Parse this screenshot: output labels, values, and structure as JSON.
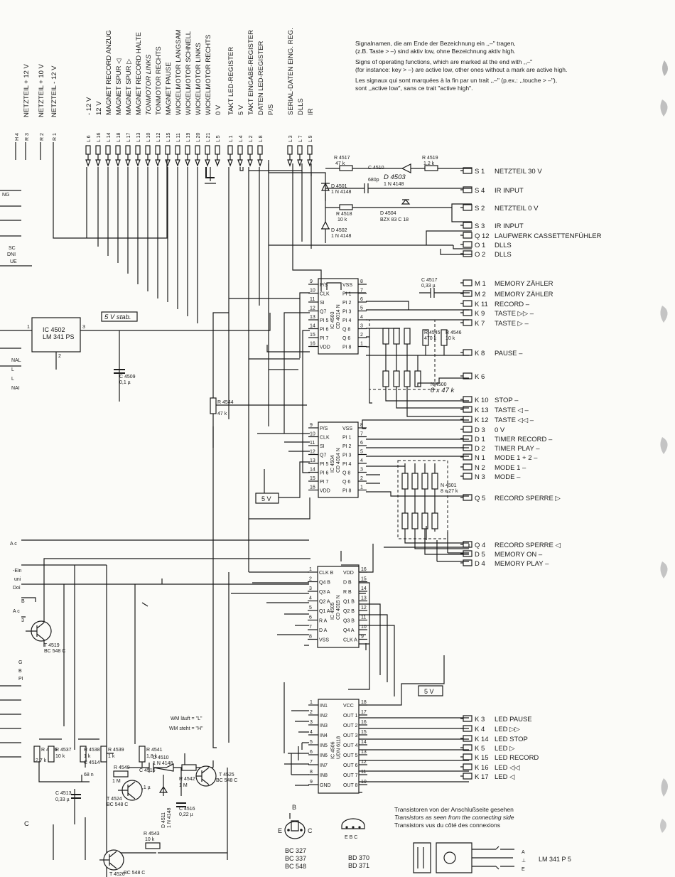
{
  "left_cut_labels": [
    "NETZTEIL + 12 V",
    "NETZTEIL + 10 V",
    "NETZTEIL - 12 V"
  ],
  "left_cut_conn": [
    "H 4",
    "R 3",
    "R 2",
    "R 1"
  ],
  "edge_fragments": [
    "NG",
    "SC",
    "DNI",
    "UE",
    "NAL",
    "L",
    "L",
    "NAI",
    "A c",
    "-Ein",
    "uni",
    "Doi",
    "B",
    "A c",
    "3",
    "G",
    "B",
    "PI",
    "C"
  ],
  "top_signals": [
    {
      "conn": "L 6",
      "name": "- 12 V"
    },
    {
      "conn": "L 16",
      "name": "12 V"
    },
    {
      "conn": "L 14",
      "name": "MAGNET RECORD ANZUG"
    },
    {
      "conn": "L 18",
      "name": "MAGNET SPUR ◁"
    },
    {
      "conn": "L 17",
      "name": "MAGNET SPUR ▷"
    },
    {
      "conn": "L 13",
      "name": "MAGNET RECORD HALTE"
    },
    {
      "conn": "L 10",
      "name": "TONMOTOR LINKS"
    },
    {
      "conn": "L 12",
      "name": "TONMOTOR RECHTS"
    },
    {
      "conn": "L 15",
      "name": "MAGNET PAUSE"
    },
    {
      "conn": "L 11",
      "name": "WICKELMOTOR LANGSAM"
    },
    {
      "conn": "L 19",
      "name": "WICKELMOTOR SCHNELL"
    },
    {
      "conn": "L 20",
      "name": "WICKELMOTOR LINKS"
    },
    {
      "conn": "L 21",
      "name": "WICKELMOTOR RECHTS"
    },
    {
      "conn": "L 5",
      "name": "0 V"
    },
    {
      "conn": "L 1",
      "name": "TAKT LED-REGISTER"
    },
    {
      "conn": "L 4",
      "name": "5 V"
    },
    {
      "conn": "L 2",
      "name": "TAKT EINGABE-REGISTER"
    },
    {
      "conn": "L 8",
      "name": "DATEN LED-REGISTER"
    },
    {
      "conn": "",
      "name": "P/S"
    },
    {
      "conn": "L 3",
      "name": "SERIAL-DATEN EING. REG."
    },
    {
      "conn": "L 7",
      "name": "DLLS"
    },
    {
      "conn": "L 9",
      "name": "IR"
    }
  ],
  "notes": [
    "Signalnamen, die am Ende der Bezeichnung ein ,,–\" tragen,",
    "(z.B. Taste > –) sind aktiv low, ohne Bezeichnung aktiv high.",
    "Signs of operating functions, which are marked at the end with ,,–\"",
    "(for instance: key > –) are active low, other ones without a mark are active high.",
    "Les signaux qui sont marquées à la fin par un trait ,,–\" (p.ex.: ,,touche > –\"),",
    "sont ,,active low\", sans ce trait \"active high\"."
  ],
  "right_signals": [
    {
      "conn": "S 1",
      "name": "NETZTEIL 30 V"
    },
    {
      "conn": "S 4",
      "name": "IR INPUT"
    },
    {
      "conn": "S 2",
      "name": "NETZTEIL 0 V"
    },
    {
      "conn": "S 3",
      "name": "IR INPUT"
    },
    {
      "conn": "Q 12",
      "name": "LAUFWERK CASSETTENFÜHLER"
    },
    {
      "conn": "O 1",
      "name": "DLLS"
    },
    {
      "conn": "O 2",
      "name": "DLLS"
    },
    {
      "conn": "M 1",
      "name": "MEMORY ZÄHLER"
    },
    {
      "conn": "M 2",
      "name": "MEMORY ZÄHLER"
    },
    {
      "conn": "K 11",
      "name": "RECORD –"
    },
    {
      "conn": "K 9",
      "name": "TASTE ▷▷ –"
    },
    {
      "conn": "K 7",
      "name": "TASTE ▷ –"
    },
    {
      "conn": "K 8",
      "name": "PAUSE –"
    },
    {
      "conn": "K 6",
      "name": ""
    },
    {
      "conn": "K 10",
      "name": "STOP –"
    },
    {
      "conn": "K 13",
      "name": "TASTE ◁ –"
    },
    {
      "conn": "K 12",
      "name": "TASTE ◁◁ –"
    },
    {
      "conn": "D 3",
      "name": "0 V"
    },
    {
      "conn": "D 1",
      "name": "TIMER RECORD –"
    },
    {
      "conn": "D 2",
      "name": "TIMER PLAY –"
    },
    {
      "conn": "N 1",
      "name": "MODE 1 + 2 –"
    },
    {
      "conn": "N 2",
      "name": "MODE 1 –"
    },
    {
      "conn": "N 3",
      "name": "MODE –"
    },
    {
      "conn": "Q 5",
      "name": "RECORD SPERRE ▷"
    },
    {
      "conn": "Q 4",
      "name": "RECORD SPERRE ◁"
    },
    {
      "conn": "D 5",
      "name": "MEMORY ON –"
    },
    {
      "conn": "D 4",
      "name": "MEMORY PLAY –"
    },
    {
      "conn": "K 3",
      "name": "LED PAUSE"
    },
    {
      "conn": "K 4",
      "name": "LED ▷▷"
    },
    {
      "conn": "K 14",
      "name": "LED STOP"
    },
    {
      "conn": "K 5",
      "name": "LED ▷"
    },
    {
      "conn": "K 15",
      "name": "LED RECORD"
    },
    {
      "conn": "K 16",
      "name": "LED ◁◁"
    },
    {
      "conn": "K 17",
      "name": "LED ◁"
    }
  ],
  "ic_4503": {
    "name": "IC 4503",
    "type": "CD 4014 N",
    "left_pins": [
      {
        "n": "9",
        "s": "P/S"
      },
      {
        "n": "10",
        "s": "CLK"
      },
      {
        "n": "11",
        "s": "SI"
      },
      {
        "n": "12",
        "s": "Q7"
      },
      {
        "n": "13",
        "s": "PI 5"
      },
      {
        "n": "14",
        "s": "PI 6"
      },
      {
        "n": "15",
        "s": "PI 7"
      },
      {
        "n": "16",
        "s": "VDD"
      }
    ],
    "right_pins": [
      {
        "n": "8",
        "s": "VSS"
      },
      {
        "n": "7",
        "s": "PI 1"
      },
      {
        "n": "6",
        "s": "PI 2"
      },
      {
        "n": "5",
        "s": "PI 3"
      },
      {
        "n": "4",
        "s": "PI 4"
      },
      {
        "n": "3",
        "s": "Q 8"
      },
      {
        "n": "2",
        "s": "Q 6"
      },
      {
        "n": "1",
        "s": "PI 8"
      }
    ]
  },
  "ic_4504": {
    "name": "IC 4504",
    "type": "CD 4014 N",
    "left_pins": [
      {
        "n": "9",
        "s": "P/S"
      },
      {
        "n": "10",
        "s": "CLK"
      },
      {
        "n": "11",
        "s": "SI"
      },
      {
        "n": "12",
        "s": "Q7"
      },
      {
        "n": "13",
        "s": "PI 5"
      },
      {
        "n": "14",
        "s": "PI 6"
      },
      {
        "n": "15",
        "s": "PI 7"
      },
      {
        "n": "16",
        "s": "VDD"
      }
    ],
    "right_pins": [
      {
        "n": "8",
        "s": "VSS"
      },
      {
        "n": "7",
        "s": "PI 1"
      },
      {
        "n": "6",
        "s": "PI 2"
      },
      {
        "n": "5",
        "s": "PI 3"
      },
      {
        "n": "4",
        "s": "PI 4"
      },
      {
        "n": "3",
        "s": "Q 8"
      },
      {
        "n": "2",
        "s": "Q 6"
      },
      {
        "n": "1",
        "s": "PI 8"
      }
    ]
  },
  "ic_4505": {
    "name": "IC 4505",
    "type": "CD 4015 N",
    "left_pins": [
      {
        "n": "1",
        "s": "CLK B"
      },
      {
        "n": "2",
        "s": "Q4 B"
      },
      {
        "n": "3",
        "s": "Q3 A"
      },
      {
        "n": "4",
        "s": "Q2 A"
      },
      {
        "n": "5",
        "s": "Q1 A"
      },
      {
        "n": "6",
        "s": "R A"
      },
      {
        "n": "7",
        "s": "D A"
      },
      {
        "n": "8",
        "s": "VSS"
      }
    ],
    "right_pins": [
      {
        "n": "16",
        "s": "VDD"
      },
      {
        "n": "15",
        "s": "D B"
      },
      {
        "n": "14",
        "s": "R B"
      },
      {
        "n": "13",
        "s": "Q1 B"
      },
      {
        "n": "12",
        "s": "Q2 B"
      },
      {
        "n": "11",
        "s": "Q3 B"
      },
      {
        "n": "10",
        "s": "Q4 A"
      },
      {
        "n": "9",
        "s": "CLK A"
      }
    ]
  },
  "ic_4506": {
    "name": "IC 4506",
    "type": "UDN 6118",
    "left_pins": [
      {
        "n": "1",
        "s": "IN1"
      },
      {
        "n": "2",
        "s": "IN2"
      },
      {
        "n": "3",
        "s": "IN3"
      },
      {
        "n": "4",
        "s": "IN4"
      },
      {
        "n": "5",
        "s": "IN5"
      },
      {
        "n": "6",
        "s": "IN6"
      },
      {
        "n": "7",
        "s": "IN7"
      },
      {
        "n": "8",
        "s": "IN8"
      },
      {
        "n": "9",
        "s": "GND"
      }
    ],
    "right_pins": [
      {
        "n": "18",
        "s": "VCC"
      },
      {
        "n": "17",
        "s": "OUT 1"
      },
      {
        "n": "16",
        "s": "OUT 2"
      },
      {
        "n": "15",
        "s": "OUT 3"
      },
      {
        "n": "14",
        "s": "OUT 4"
      },
      {
        "n": "13",
        "s": "OUT 5"
      },
      {
        "n": "12",
        "s": "OUT 6"
      },
      {
        "n": "11",
        "s": "OUT 7"
      },
      {
        "n": "10",
        "s": "OUT 8"
      }
    ]
  },
  "ic_4502": {
    "name": "IC 4502",
    "type": "LM 341 PS",
    "pin_in": "1",
    "pin_out": "3",
    "pin_gnd": "2",
    "stab": "5 V stab."
  },
  "components": {
    "r4517": {
      "name": "R 4517",
      "value": "47 k"
    },
    "r4518": {
      "name": "R 4518",
      "value": "10 k"
    },
    "r4519": {
      "name": "R 4519",
      "value": "1,2 k"
    },
    "c4510": {
      "name": "C 4510",
      "value": "680p"
    },
    "d4501": {
      "name": "D 4501",
      "value": "1 N 4148"
    },
    "d4502": {
      "name": "D 4502",
      "value": "1 N 4148"
    },
    "d4503": {
      "name": "D 4503",
      "value": "1 N 4148"
    },
    "d4504": {
      "name": "D 4504",
      "value": "BZX 83 C 18"
    },
    "c4517": {
      "name": "C 4517",
      "value": "0,33 µ"
    },
    "r4545": {
      "name": "R 4545",
      "value": "470 k"
    },
    "r4546": {
      "name": "R 4546",
      "value": "10 k"
    },
    "n4500": {
      "name": "N 4500",
      "value": "8 x 47 k"
    },
    "n4501": {
      "name": "N 4501",
      "value": "8 x 27 k"
    },
    "r4544": {
      "name": "R 4544",
      "value": "47 k"
    },
    "c4509": {
      "name": "C 4509",
      "value": "0,1 µ"
    },
    "t4519": {
      "name": "T 4519",
      "value": "BC 548 C"
    },
    "r4536": {
      "name": "R 4536",
      "value": "2,7 k"
    },
    "r4537": {
      "name": "R 4537",
      "value": "10 k"
    },
    "r4538": {
      "name": "R 4538",
      "value": "1 k"
    },
    "r4539": {
      "name": "R 4539",
      "value": "1 k"
    },
    "r4540": {
      "name": "R 4540",
      "value": "1 M"
    },
    "r4541": {
      "name": "R 4541",
      "value": "1,8 k"
    },
    "r4542": {
      "name": "R 4542",
      "value": "1 M"
    },
    "r4543": {
      "name": "R 4543",
      "value": "10 k"
    },
    "c4513": {
      "name": "C 4513",
      "value": "0,33 µ"
    },
    "c4514": {
      "name": "C 4514",
      "value": "68 n"
    },
    "c4515": {
      "name": "C 4515",
      "value": "0,1 µ"
    },
    "c4516": {
      "name": "C 4516",
      "value": "0,22 µ"
    },
    "d4510": {
      "name": "D 4510",
      "value": "1 N 4148"
    },
    "d4511": {
      "name": "D 4511",
      "value": "1 N 4148"
    },
    "t4524": {
      "name": "T 4524",
      "value": "BC 548 C"
    },
    "t4525": {
      "name": "T 4525",
      "value": "BC 548 C"
    },
    "t4526": {
      "name": "T 4526",
      "value": "BC 548 C"
    }
  },
  "five_v_boxes": [
    "5 V",
    "5 V"
  ],
  "wm_notes": [
    "WM läuft = \"L\"",
    "WM steht = \"H\""
  ],
  "transistor_legend": {
    "lines": [
      "Transistoren von der Anschlußseite gesehen",
      "Transistors as seen from the connecting side",
      "Transistors vus du côté des connexions"
    ],
    "pin_b": "B",
    "pin_e": "E",
    "pin_c": "C",
    "pins_ebc": "E  B  C",
    "types_a": [
      "BC 327",
      "BC 337",
      "BC 548"
    ],
    "types_b": [
      "BD 370",
      "BD 371"
    ],
    "reg_name": "LM 341 P 5",
    "reg_pins": [
      "A",
      "⊥",
      "E"
    ]
  }
}
